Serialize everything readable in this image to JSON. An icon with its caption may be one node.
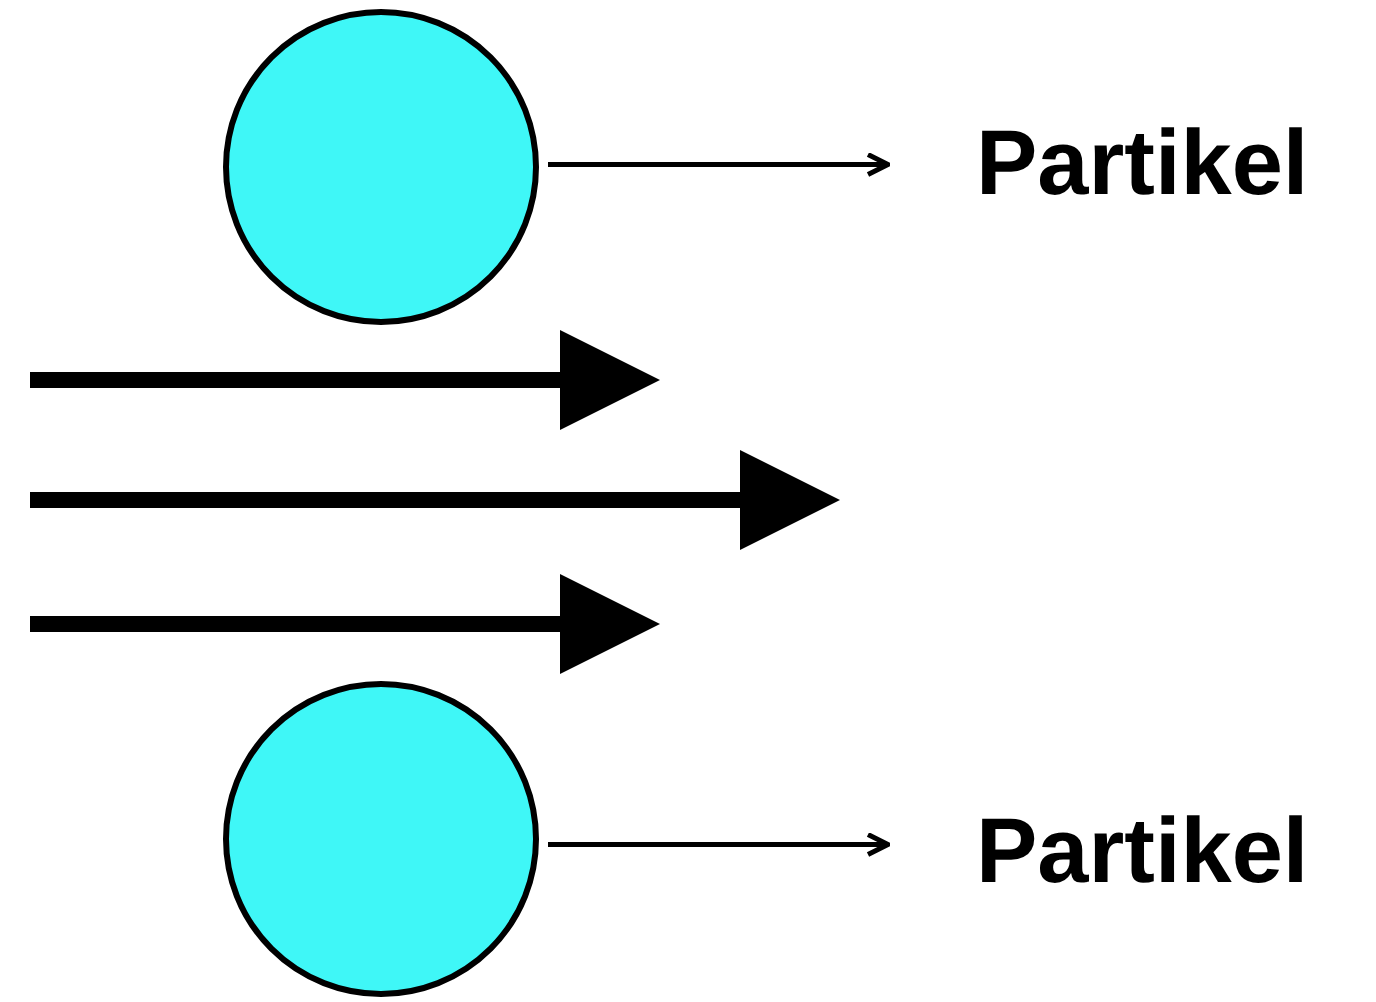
{
  "diagram": {
    "nodes": [
      {
        "text": [],
        "shape": "circle"
      },
      {
        "text": [
          "Partikel"
        ]
      },
      {
        "text": [],
        "shape": "circle"
      },
      {
        "text": [
          "Partikel"
        ]
      }
    ],
    "edges": [
      {
        "from": 0,
        "to": 1,
        "arrow": "to"
      },
      {
        "from": 2,
        "to": 3,
        "arrow": "to"
      }
    ]
  }
}
